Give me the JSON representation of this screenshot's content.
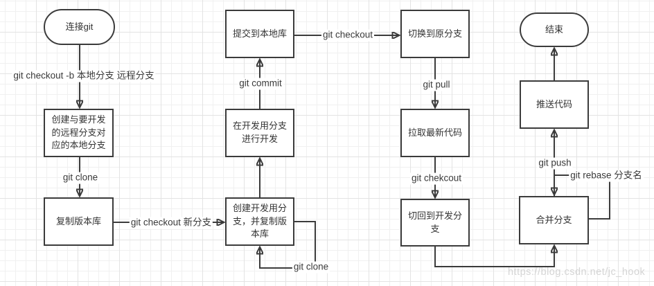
{
  "diagram": {
    "nodes": {
      "start": "连接git",
      "create_local_branch": "创建与要开发的远程分支对应的本地分支",
      "copy_repo": "复制版本库",
      "create_dev_branch": "创建开发用分支，并复制版本库",
      "develop": "在开发用分支进行开发",
      "commit_local": "提交到本地库",
      "switch_original": "切换到原分支",
      "pull_latest": "拉取最新代码",
      "switch_back_dev": "切回到开发分支",
      "merge_branch": "合并分支",
      "push_code": "推送代码",
      "end": "结束"
    },
    "edge_labels": {
      "checkout_b": "git checkout -b 本地分支 远程分支",
      "clone_1": "git clone",
      "checkout_new": "git checkout 新分支",
      "clone_2": "git clone",
      "commit": "git commit",
      "checkout": "git checkout",
      "pull": "git pull",
      "chekcout": "git chekcout",
      "push": "git push",
      "rebase": "git rebase 分支名"
    },
    "colors": {
      "stroke": "#3b3b3b",
      "node_fill": "#ffffff",
      "text": "#333333",
      "grid_minor": "#f0f0f0",
      "grid_major": "#e3e3e3",
      "watermark": "#d5d5d5"
    },
    "watermark": "https://blog.csdn.net/jc_hook"
  }
}
